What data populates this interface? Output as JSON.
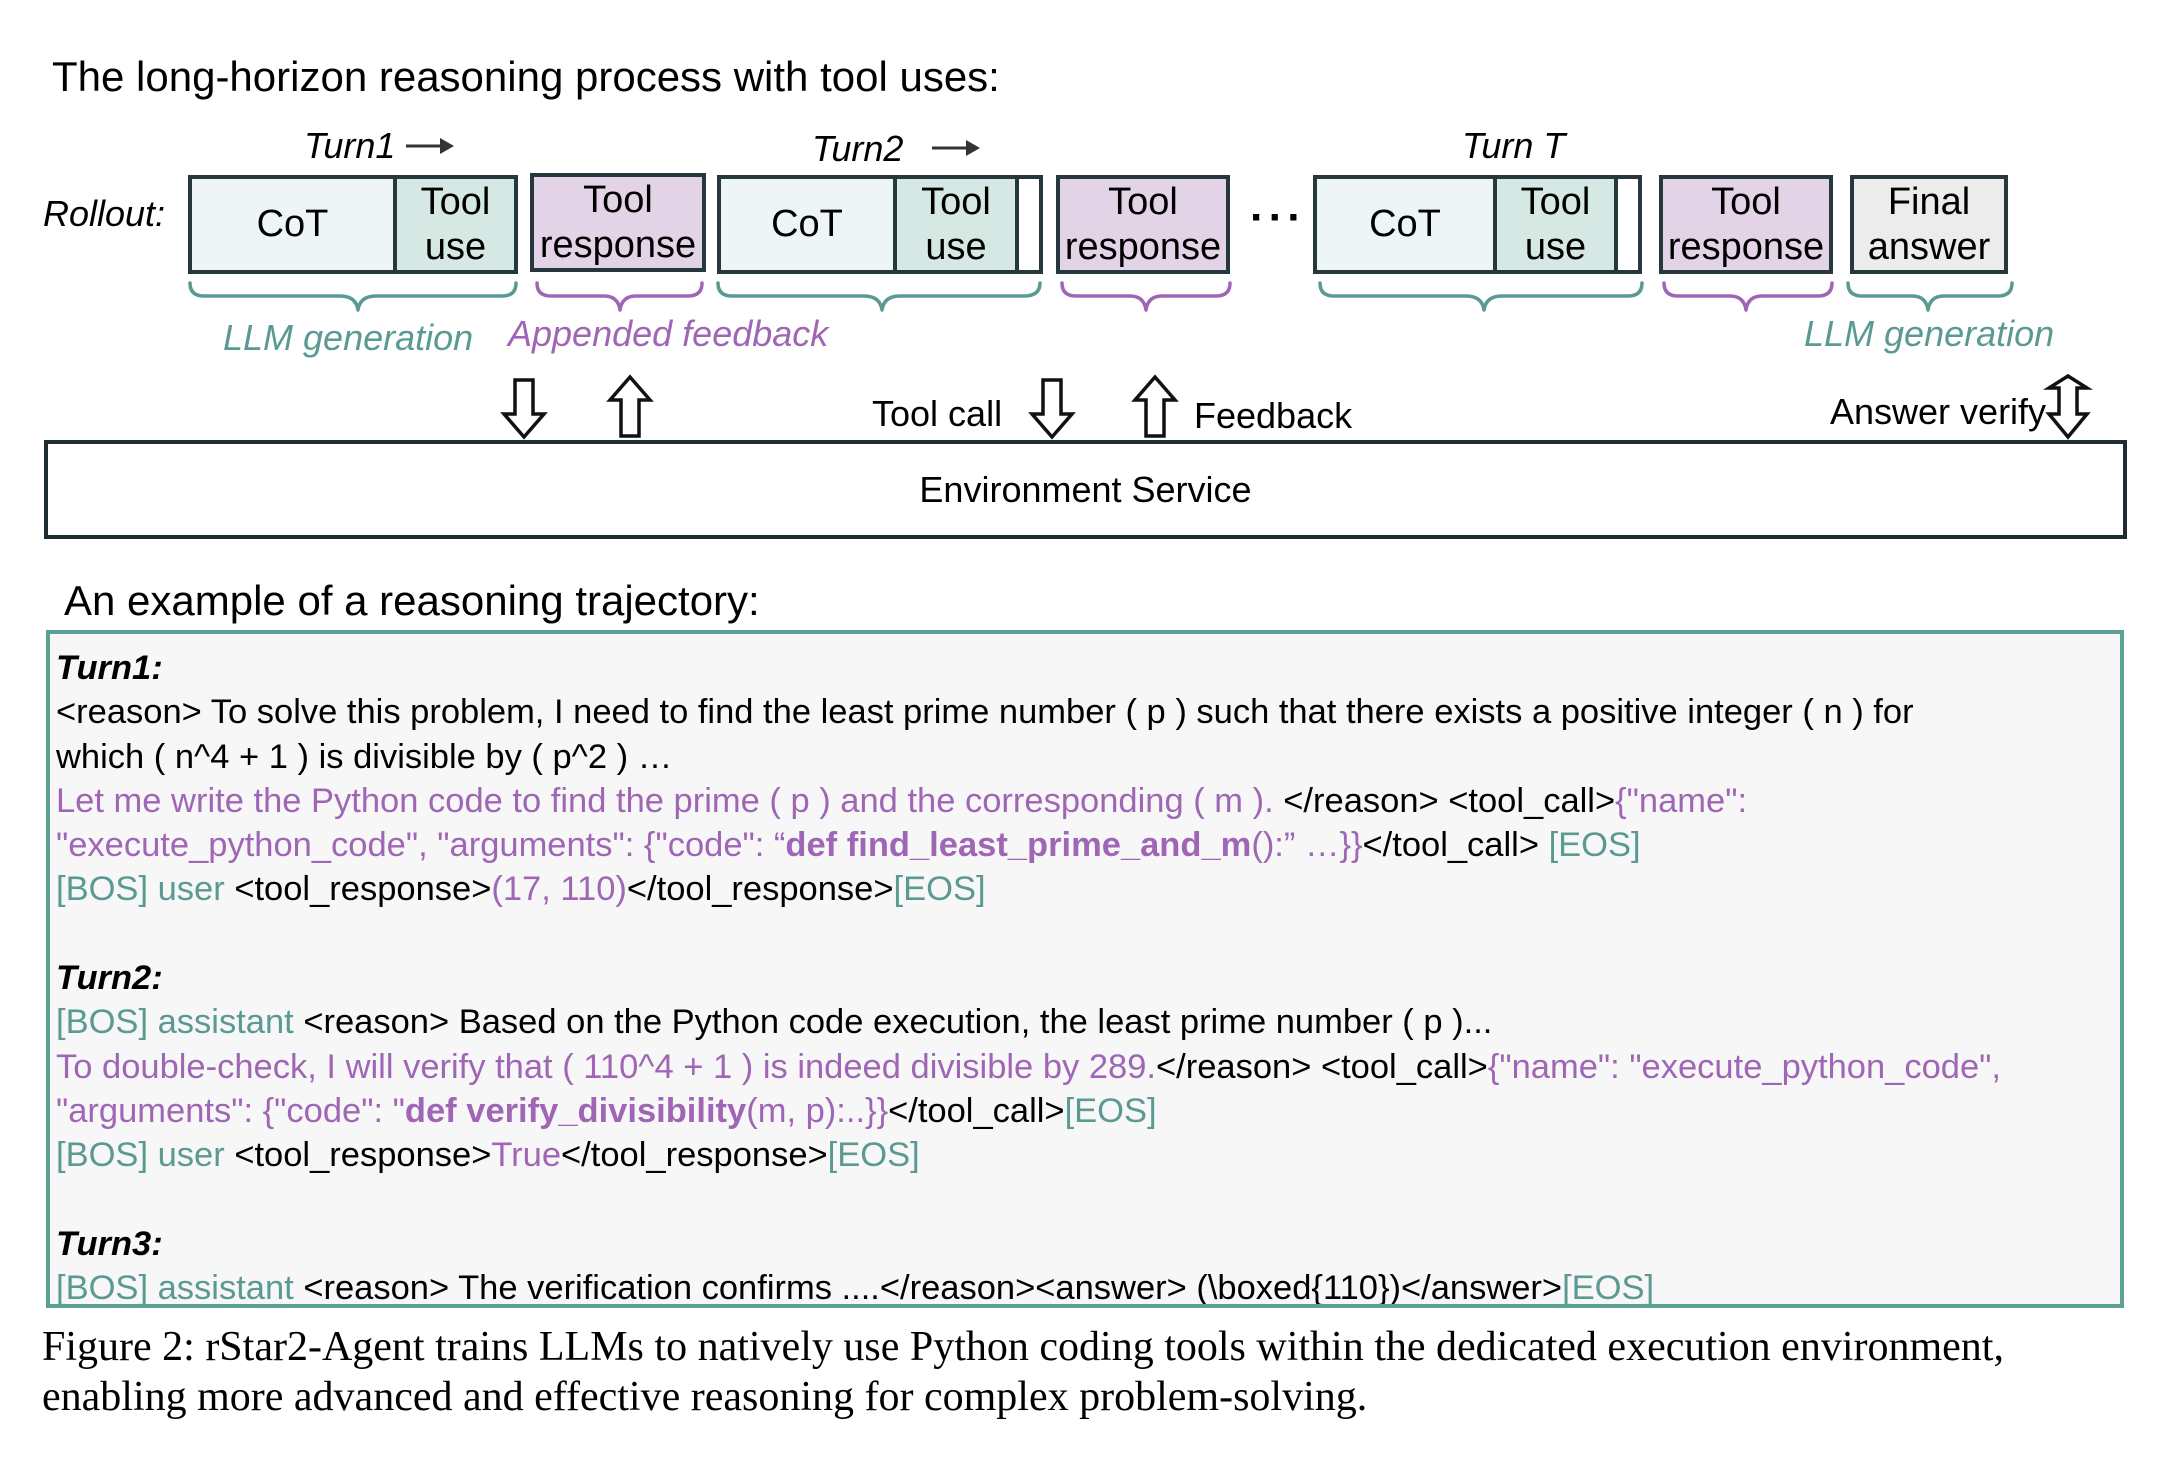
{
  "header": {
    "title": "The long-horizon reasoning process with tool uses:"
  },
  "rollout": {
    "label": "Rollout:",
    "turns": [
      "Turn1",
      "Turn2",
      "Turn T"
    ],
    "cot": "CoT",
    "tool_use": [
      "Tool",
      "use"
    ],
    "tool_response": [
      "Tool",
      "response"
    ],
    "final_answer": [
      "Final",
      "answer"
    ],
    "ellipsis": "···",
    "llm_generation": "LLM generation",
    "appended_feedback": "Appended feedback",
    "colors": {
      "cot": "#eef5f7",
      "tool_use": "#d5e8e4",
      "tool_response": "#e2d3e7",
      "final_answer": "#ececec",
      "teal": "#5a9a92",
      "purple": "#a066b6"
    }
  },
  "arrows": {
    "tool_call": "Tool call",
    "feedback": "Feedback",
    "answer_verify": "Answer verify"
  },
  "environment": {
    "label": "Environment Service"
  },
  "example": {
    "title": "An example of a reasoning trajectory:",
    "turn1": {
      "heading": "Turn1:",
      "l1": "<reason> To solve this problem, I need to find the least prime number ( p ) such that there exists a positive integer ( n ) for",
      "l2": "which ( n^4 + 1 ) is divisible by ( p^2 ) …",
      "l3_purple": "Let me write the Python code to find the prime ( p ) and the corresponding ( m ).",
      "l3_black": " </reason> <tool_call>",
      "l3_purple2": "{\"name\":",
      "l4_purple": "\"execute_python_code\", \"arguments\": {\"code\": “",
      "l4_bold": "def find_least_prime_and_m",
      "l4_purple2": "():” …}}",
      "l4_black": "</tool_call> ",
      "l4_teal": "[EOS]",
      "l5_teal": "[BOS] user",
      "l5_black": " <tool_response>",
      "l5_purple": "(17, 110)",
      "l5_black2": "</tool_response>",
      "l5_teal2": "[EOS]"
    },
    "turn2": {
      "heading": "Turn2:",
      "l1_teal": "[BOS] assistant",
      "l1_black": " <reason> Based on the Python code execution, the least prime number ( p )...",
      "l2_purple": "To double-check, I will verify that ( 110^4 + 1 ) is indeed divisible by 289.",
      "l2_black": "</reason> <tool_call>",
      "l2_purple2": "{\"name\": \"execute_python_code\",",
      "l3_purple": "\"arguments\": {\"code\": \"",
      "l3_bold": "def verify_divisibility",
      "l3_purple2": "(m, p):..}}",
      "l3_black": "</tool_call>",
      "l3_teal": "[EOS]",
      "l4_teal": "[BOS] user",
      "l4_black": " <tool_response>",
      "l4_purple": "True",
      "l4_black2": "</tool_response>",
      "l4_teal2": "[EOS]"
    },
    "turn3": {
      "heading": "Turn3:",
      "l1_teal": "[BOS] assistant",
      "l1_black": " <reason> The verification confirms ....</reason><answer> (\\boxed{110})</answer>",
      "l1_teal2": "[EOS]"
    }
  },
  "caption": {
    "l1": "Figure 2: rStar2-Agent trains LLMs to natively use Python coding tools within the dedicated execution environment,",
    "l2": "enabling more advanced and effective reasoning for complex problem-solving."
  }
}
